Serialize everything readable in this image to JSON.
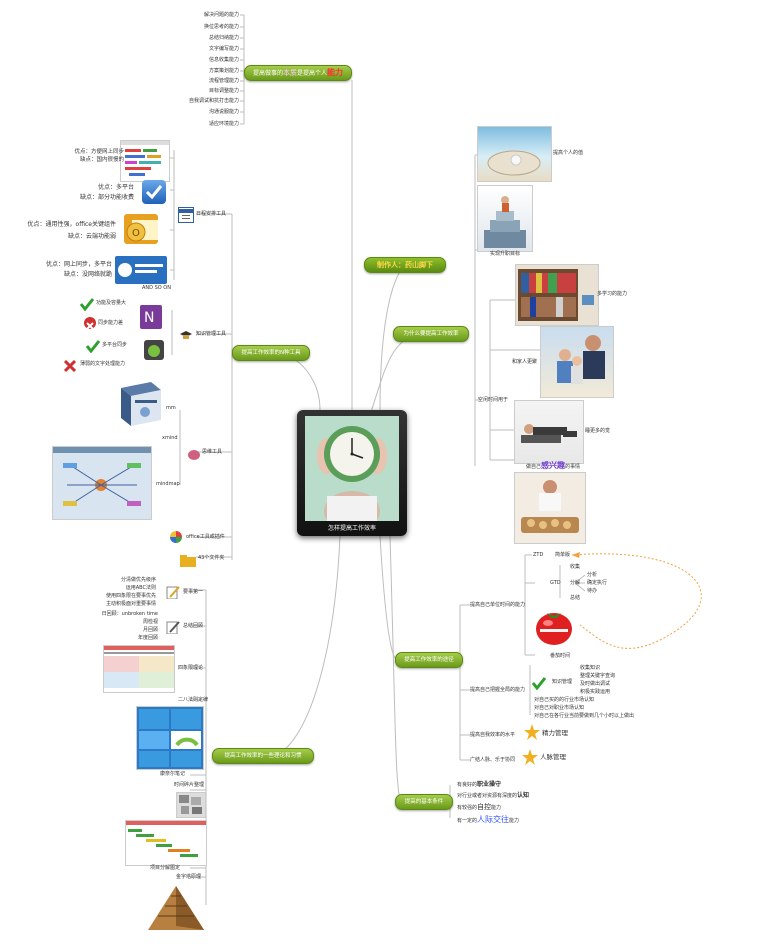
{
  "center": {
    "title": "怎样提高工作效率"
  },
  "main_nodes": {
    "capability": {
      "pre": "提高做事的",
      "mid": "本质",
      "post": "是提高个人",
      "key": "能力"
    },
    "author": "制作人：药山脚下",
    "why": "为什么要提高工作效率",
    "tools": "提高工作效率的N种工具",
    "ways": "提高工作效率的途径",
    "habits": "提高工作效率的一些理论和习惯",
    "basics": "提高的基本条件"
  },
  "abilities": [
    "解决问题的能力",
    "换位思考的能力",
    "总结归纳能力",
    "文字编写能力",
    "信息收集能力",
    "方案策划能力",
    "流程管理能力",
    "目标调整能力",
    "自我调试和抗打击能力",
    "沟通说服能力",
    "适应环境能力"
  ],
  "why_items": {
    "value": "提高个人的值",
    "goal": "实现升职目标",
    "spare": "空闲时间用于",
    "study": "多学习的能力",
    "family": "和家人更聚",
    "sleep": "睡更多的觉",
    "hobby_pre": "做自己",
    "hobby_key": "感兴趣",
    "hobby_post": "的事情"
  },
  "tools_items": {
    "schedule": "日程安排工具",
    "knowledge": "知识管理工具",
    "mindmap": "思维工具",
    "office": "office工具或插件",
    "folders": "43个文件夹",
    "and_so_on": "AND SO ON",
    "s1_pro": "优点：方便网上同步",
    "s1_con": "缺点：国内很慢的",
    "s2_pro": "优点：多平台",
    "s2_con": "缺点：部分功能收费",
    "s3_pro": "优点：通用性强，office关键组件",
    "s3_con": "缺点：云端功能弱",
    "s4_pro": "优点：网上同步，多平台",
    "s4_con": "缺点：没网络就跪",
    "k1_pro": "功能及容量大",
    "k1_con": "同步能力差",
    "k2_pro": "多平台同步",
    "k2_con": "薄弱的文字处理能力",
    "m1": "mm",
    "m2": "xmind",
    "m3": "mindmap"
  },
  "ways_items": {
    "time": "提高自己单位时间的能力",
    "ztd": "ZTD",
    "gtd": "GTD",
    "pomodoro": "番茄时间",
    "simple": "简单版",
    "collect": "收集",
    "sort": "分解",
    "sort_sub": [
      "分析",
      "确定执行",
      "待办"
    ],
    "review": "总结",
    "efficiency": "提高自己把握全局的能力",
    "knowledge_mgmt": "知识管理",
    "k_items": [
      "收集知识",
      "整理关键字查询",
      "及时做出调试",
      "积极实践运用"
    ],
    "k_more": [
      "对自己买的的行业市场认知",
      "对自己对职业市场认知",
      "对自己在各行业当前要做到几个小时以上做出"
    ],
    "level": "提高自我效率的水平",
    "energy": "精力管理",
    "people_pre": "广结人脉、乐于协同",
    "people": "人脉管理"
  },
  "basics_items": [
    {
      "pre": "有良好的",
      "key": "职业操守",
      "post": ""
    },
    {
      "pre": "对行业或者对资源有深度的",
      "key": "认知",
      "post": ""
    },
    {
      "pre": "有较强的",
      "key": "自控",
      "post": "能力"
    },
    {
      "pre": "有一定的",
      "key": "人际交往",
      "post": "能力"
    }
  ],
  "habits_items": {
    "first": "要事第一",
    "first_list": [
      "分清做优先级序",
      "运用ABC法则",
      "使用四象限在要事优先",
      "主动积极面对重要事情"
    ],
    "review": "总结回顾",
    "review_list": [
      "日回顾：unbroken time",
      "周检视",
      "月回顾",
      "年度回顾"
    ],
    "quadrant": "四象限理论",
    "pareto": "二八法则定律",
    "notes": "康奈尔笔记",
    "period": "时间碎片整理",
    "gantt": "项目分解图定",
    "pyramid": "金字塔原理"
  },
  "colors": {
    "node": "#7fb32a",
    "line": "#b0b0b0",
    "orange": "#f0a040",
    "red": "#ff3030"
  }
}
